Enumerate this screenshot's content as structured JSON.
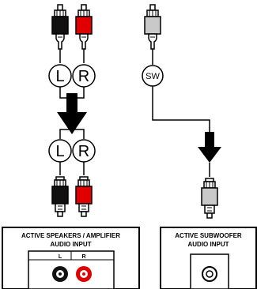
{
  "colors": {
    "left_plug": "#111111",
    "right_plug": "#e00000",
    "sub_plug": "#c9c9c9",
    "line": "#000000",
    "panel_border": "#000000"
  },
  "icons": {
    "arrow": "down-arrow-icon",
    "jack": "rca-jack-icon"
  },
  "labels": {
    "left_top": "L",
    "right_top": "R",
    "sub_top": "SW",
    "left_bottom": "L",
    "right_bottom": "R"
  },
  "panels": {
    "speakers": {
      "title_line1": "ACTIVE SPEAKERS / AMPLIFIER",
      "title_line2": "AUDIO INPUT",
      "jack_left": "L",
      "jack_right": "R"
    },
    "subwoofer": {
      "title_line1": "ACTIVE SUBWOOFER",
      "title_line2": "AUDIO INPUT"
    }
  }
}
